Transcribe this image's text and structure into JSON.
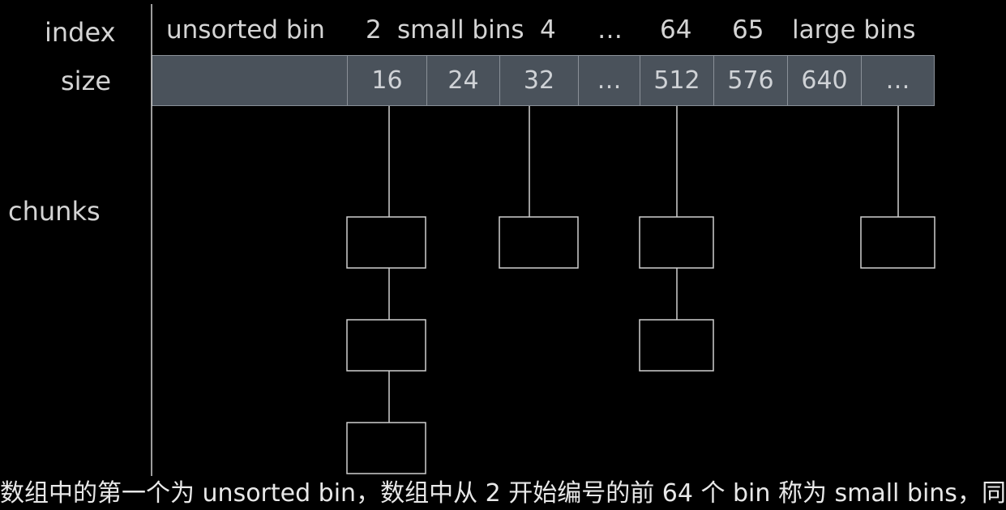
{
  "labels": {
    "index": "index",
    "size": "size",
    "chunks": "chunks"
  },
  "header": {
    "unsorted": "unsorted bin",
    "idx2": "2",
    "small": "small bins",
    "idx4": "4",
    "ellipsis": "…",
    "idx64": "64",
    "idx65": "65",
    "large": "large bins"
  },
  "sizes": [
    "",
    "16",
    "24",
    "32",
    "…",
    "512",
    "576",
    "640",
    "…"
  ],
  "caption": "数组中的第一个为 unsorted bin，数组中从 2 开始编号的前 64 个 bin 称为 small bins，同"
}
